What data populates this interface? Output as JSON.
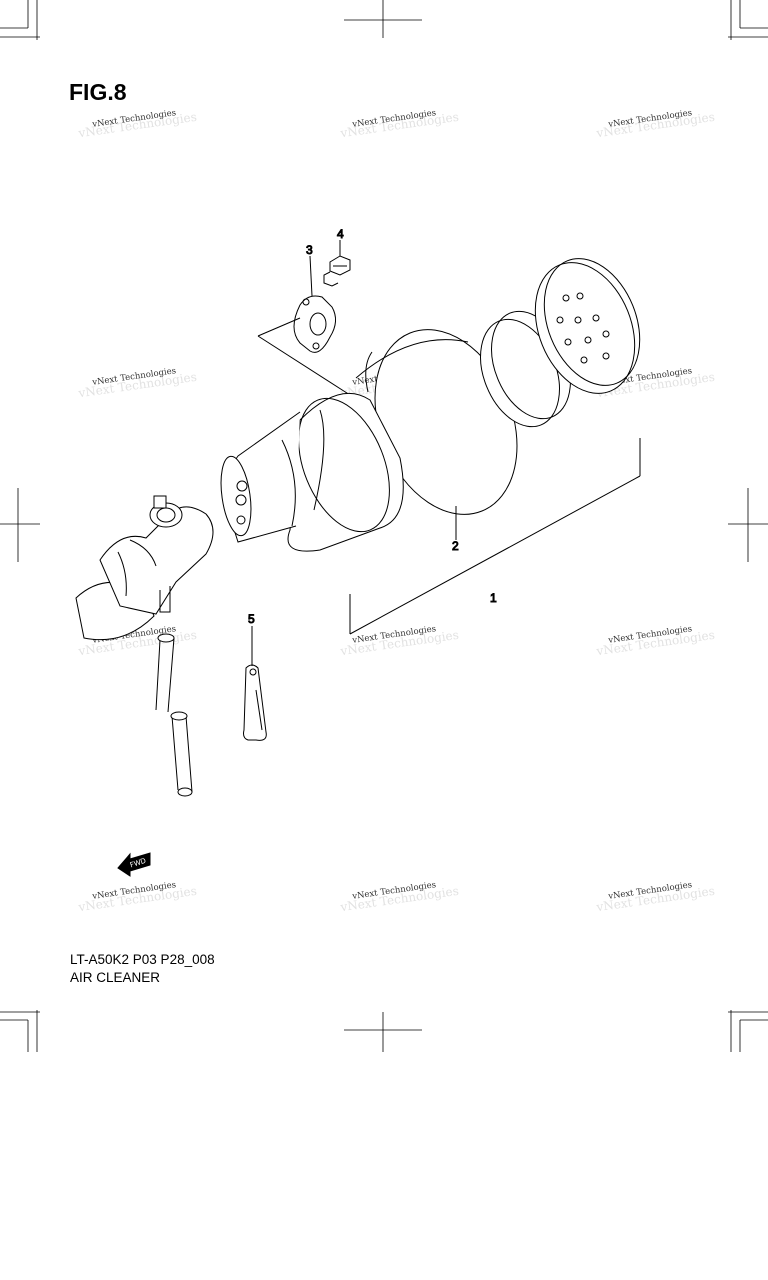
{
  "figure": {
    "title": "FIG.8",
    "code": "LT-A50K2 P03 P28_008",
    "name": "AIR CLEANER"
  },
  "watermark": {
    "text": "vNext Technologies",
    "ghost_text": "vNext Technologies"
  },
  "callouts": [
    {
      "id": "1",
      "label": "1"
    },
    {
      "id": "2",
      "label": "2"
    },
    {
      "id": "3",
      "label": "3"
    },
    {
      "id": "4",
      "label": "4"
    },
    {
      "id": "5",
      "label": "5"
    }
  ],
  "fwd_badge": {
    "label": "FWD"
  },
  "colors": {
    "line": "#000000",
    "background": "#ffffff",
    "watermark_ghost": "#e2e2e2"
  }
}
